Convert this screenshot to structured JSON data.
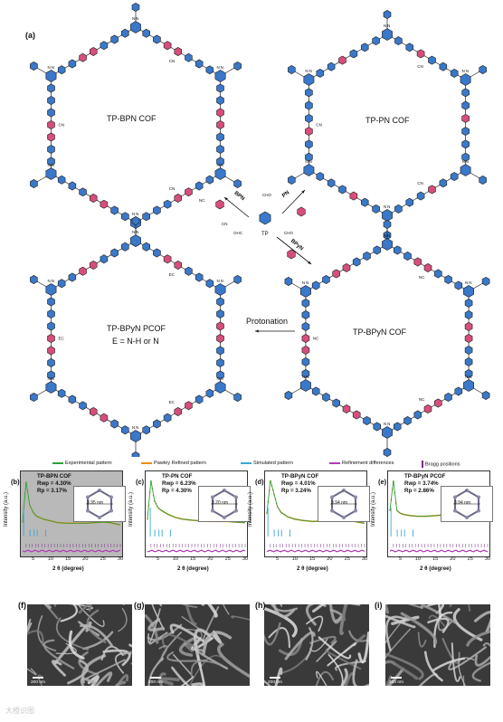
{
  "figure": {
    "panel_a": {
      "label": "(a)",
      "frameworks": [
        {
          "id": "bpn",
          "name": "TP-BPN COF"
        },
        {
          "id": "pn",
          "name": "TP-PN COF"
        },
        {
          "id": "bpyn",
          "name": "TP-BPyN COF"
        },
        {
          "id": "bpyn-p",
          "name": "TP-BPyN PCOF",
          "note": "E = N-H or N"
        }
      ],
      "center_monomer": "TP",
      "monomer_groups": [
        "CHO",
        "OHC",
        "CHO"
      ],
      "linker_groups": [
        "NC",
        "CN"
      ],
      "reaction_labels": {
        "bpn": "BPN",
        "pn": "PN",
        "bpyn": "BPyN"
      },
      "protonation_label": "Protonation",
      "ring_atoms": [
        "N",
        "N",
        "N"
      ],
      "edge_labels": [
        "CN",
        "NC",
        "E",
        "EC",
        "CE"
      ]
    },
    "legend": [
      {
        "label": "Experimental pattern",
        "color": "#2f9e3a"
      },
      {
        "label": "Pawley Refined pattern",
        "color": "#f08a12"
      },
      {
        "label": "Simulated pattern",
        "color": "#3aa7d8"
      },
      {
        "label": "Refinement differences",
        "color": "#b03bb6"
      },
      {
        "label": "Bragg positions",
        "color": "#7b2a8a"
      }
    ],
    "xrd_panels": [
      {
        "tag": "(b)",
        "name": "TP-BPN COF",
        "rwp": "Rwp = 4.30%",
        "rp": "Rp = 3.17%",
        "pore": "3.95 nm",
        "grey": true
      },
      {
        "tag": "(c)",
        "name": "TP-PN COF",
        "rwp": "Rwp = 6.23%",
        "rp": "Rp = 4.30%",
        "pore": "3.20 nm",
        "grey": false
      },
      {
        "tag": "(d)",
        "name": "TP-BPyN COF",
        "rwp": "Rwp = 4.01%",
        "rp": "Rp = 3.24%",
        "pore": "3.94 nm",
        "grey": false
      },
      {
        "tag": "(e)",
        "name": "TP-BPyN PCOF",
        "rwp": "Rwp = 3.74%",
        "rp": "Rp = 2.86%",
        "pore": "3.94 nm",
        "grey": false
      }
    ],
    "xrd_axes": {
      "ylabel": "Intensity (a.u.)",
      "xlabel": "2 θ (degree)",
      "xticks": [
        "5",
        "10",
        "15",
        "20",
        "25",
        "30"
      ],
      "xlim": [
        2,
        30
      ]
    },
    "chart_data": {
      "type": "line",
      "xlabel": "2 θ (degree)",
      "ylabel": "Intensity (a.u.)",
      "xlim": [
        2,
        30
      ],
      "legend_placement": "top",
      "panels": [
        {
          "name": "TP-BPN COF",
          "peak_x": 2.3,
          "x": [
            2,
            3,
            4,
            5,
            6,
            8,
            10,
            12,
            15,
            20,
            25,
            27,
            30
          ],
          "y": [
            0.25,
            0.95,
            0.55,
            0.42,
            0.35,
            0.3,
            0.27,
            0.24,
            0.23,
            0.23,
            0.25,
            0.24,
            0.2
          ]
        },
        {
          "name": "TP-PN COF",
          "peak_x": 2.8,
          "x": [
            2,
            3,
            4,
            5,
            6,
            8,
            10,
            12,
            15,
            20,
            25,
            27,
            30
          ],
          "y": [
            0.3,
            0.97,
            0.62,
            0.5,
            0.45,
            0.38,
            0.33,
            0.3,
            0.28,
            0.26,
            0.26,
            0.25,
            0.24
          ]
        },
        {
          "name": "TP-BPyN COF",
          "peak_x": 2.3,
          "x": [
            2,
            3,
            4,
            5,
            6,
            8,
            10,
            12,
            15,
            20,
            25,
            27,
            30
          ],
          "y": [
            0.4,
            0.97,
            0.75,
            0.52,
            0.42,
            0.34,
            0.3,
            0.28,
            0.26,
            0.27,
            0.28,
            0.26,
            0.23
          ]
        },
        {
          "name": "TP-BPyN PCOF",
          "peak_x": 2.3,
          "x": [
            2,
            3,
            4,
            5,
            6,
            8,
            10,
            12,
            15,
            20,
            25,
            27,
            30
          ],
          "y": [
            0.45,
            0.97,
            0.45,
            0.4,
            0.38,
            0.36,
            0.35,
            0.35,
            0.36,
            0.39,
            0.41,
            0.37,
            0.33
          ]
        }
      ]
    },
    "sem_panels": [
      {
        "tag": "(f)",
        "scale": "200 nm"
      },
      {
        "tag": "(g)",
        "scale": "200 nm"
      },
      {
        "tag": "(h)",
        "scale": "200 nm"
      },
      {
        "tag": "(i)",
        "scale": "200 nm"
      }
    ],
    "watermark": "大橙识图"
  }
}
